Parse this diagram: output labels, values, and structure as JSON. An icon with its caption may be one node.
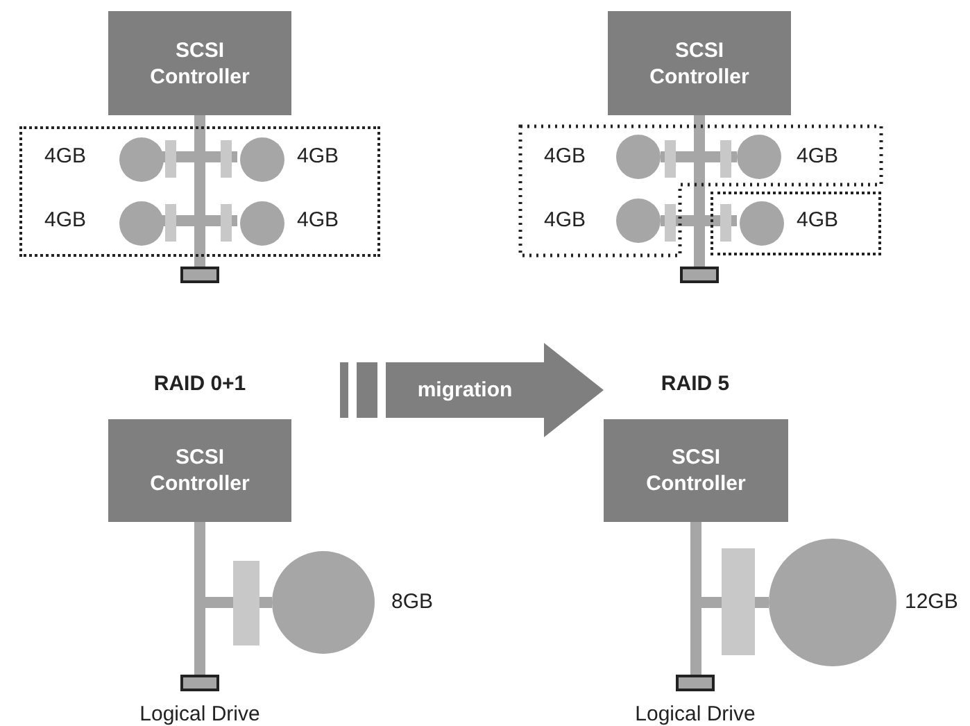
{
  "diagram": {
    "nodes": [
      {
        "text": [
          "SCSI Controller"
        ]
      },
      {
        "text": [],
        "shape": "box"
      },
      {
        "text": [],
        "shape": "circle",
        "in": 1,
        "beside": [
          "4GB"
        ]
      },
      {
        "text": [],
        "shape": "circle",
        "in": 1,
        "beside": [
          "4GB"
        ]
      },
      {
        "text": [],
        "shape": "circle",
        "in": 1,
        "beside": [
          "4GB"
        ]
      },
      {
        "text": [],
        "shape": "circle",
        "in": 1,
        "beside": [
          "4GB"
        ]
      },
      {
        "text": [],
        "shape": "bar"
      },
      {
        "text": [
          "SCSI Controller"
        ]
      },
      {
        "text": [],
        "shape": "box"
      },
      {
        "text": [],
        "shape": "circle",
        "in": 8,
        "beside": [
          "4GB"
        ]
      },
      {
        "text": [],
        "shape": "circle",
        "in": 8,
        "beside": [
          "4GB"
        ]
      },
      {
        "text": [],
        "shape": "circle",
        "in": 8,
        "beside": [
          "4GB"
        ]
      },
      {
        "text": [],
        "shape": "box"
      },
      {
        "text": [],
        "shape": "circle",
        "in": 12,
        "beside": [
          "4GB"
        ]
      },
      {
        "text": [],
        "shape": "bar"
      },
      {
        "text": [
          "RAID 0+1",
          "SCSI Controller"
        ]
      },
      {
        "text": [],
        "shape": "circle",
        "beside": [
          "8GB"
        ]
      },
      {
        "text": [],
        "shape": "bar",
        "beside": [
          "Logical Drive"
        ]
      },
      {
        "text": [
          "RAID 5",
          "SCSI Controller"
        ]
      },
      {
        "text": [],
        "shape": "circle",
        "beside": [
          "12GB"
        ]
      },
      {
        "text": [],
        "shape": "bar",
        "beside": [
          "Logical Drive"
        ]
      }
    ],
    "edges": [
      {
        "from": 0,
        "to": 2,
        "arrow": "none"
      },
      {
        "from": 0,
        "to": 3,
        "arrow": "none"
      },
      {
        "from": 0,
        "to": 4,
        "arrow": "none"
      },
      {
        "from": 0,
        "to": 5,
        "arrow": "none"
      },
      {
        "from": 0,
        "to": 6,
        "arrow": "none"
      },
      {
        "from": 7,
        "to": 9,
        "arrow": "none"
      },
      {
        "from": 7,
        "to": 10,
        "arrow": "none"
      },
      {
        "from": 7,
        "to": 11,
        "arrow": "none"
      },
      {
        "from": 7,
        "to": 13,
        "arrow": "none"
      },
      {
        "from": 7,
        "to": 14,
        "arrow": "none"
      },
      {
        "from": 15,
        "to": 16,
        "arrow": "none"
      },
      {
        "from": 15,
        "to": 17,
        "arrow": "none"
      },
      {
        "from": 18,
        "to": 19,
        "arrow": "none"
      },
      {
        "from": 18,
        "to": 20,
        "arrow": "none"
      },
      {
        "from": 15,
        "to": 18,
        "arrow": "to",
        "label": "migration",
        "style": "thick",
        "color": "#7f7f7f"
      }
    ]
  }
}
